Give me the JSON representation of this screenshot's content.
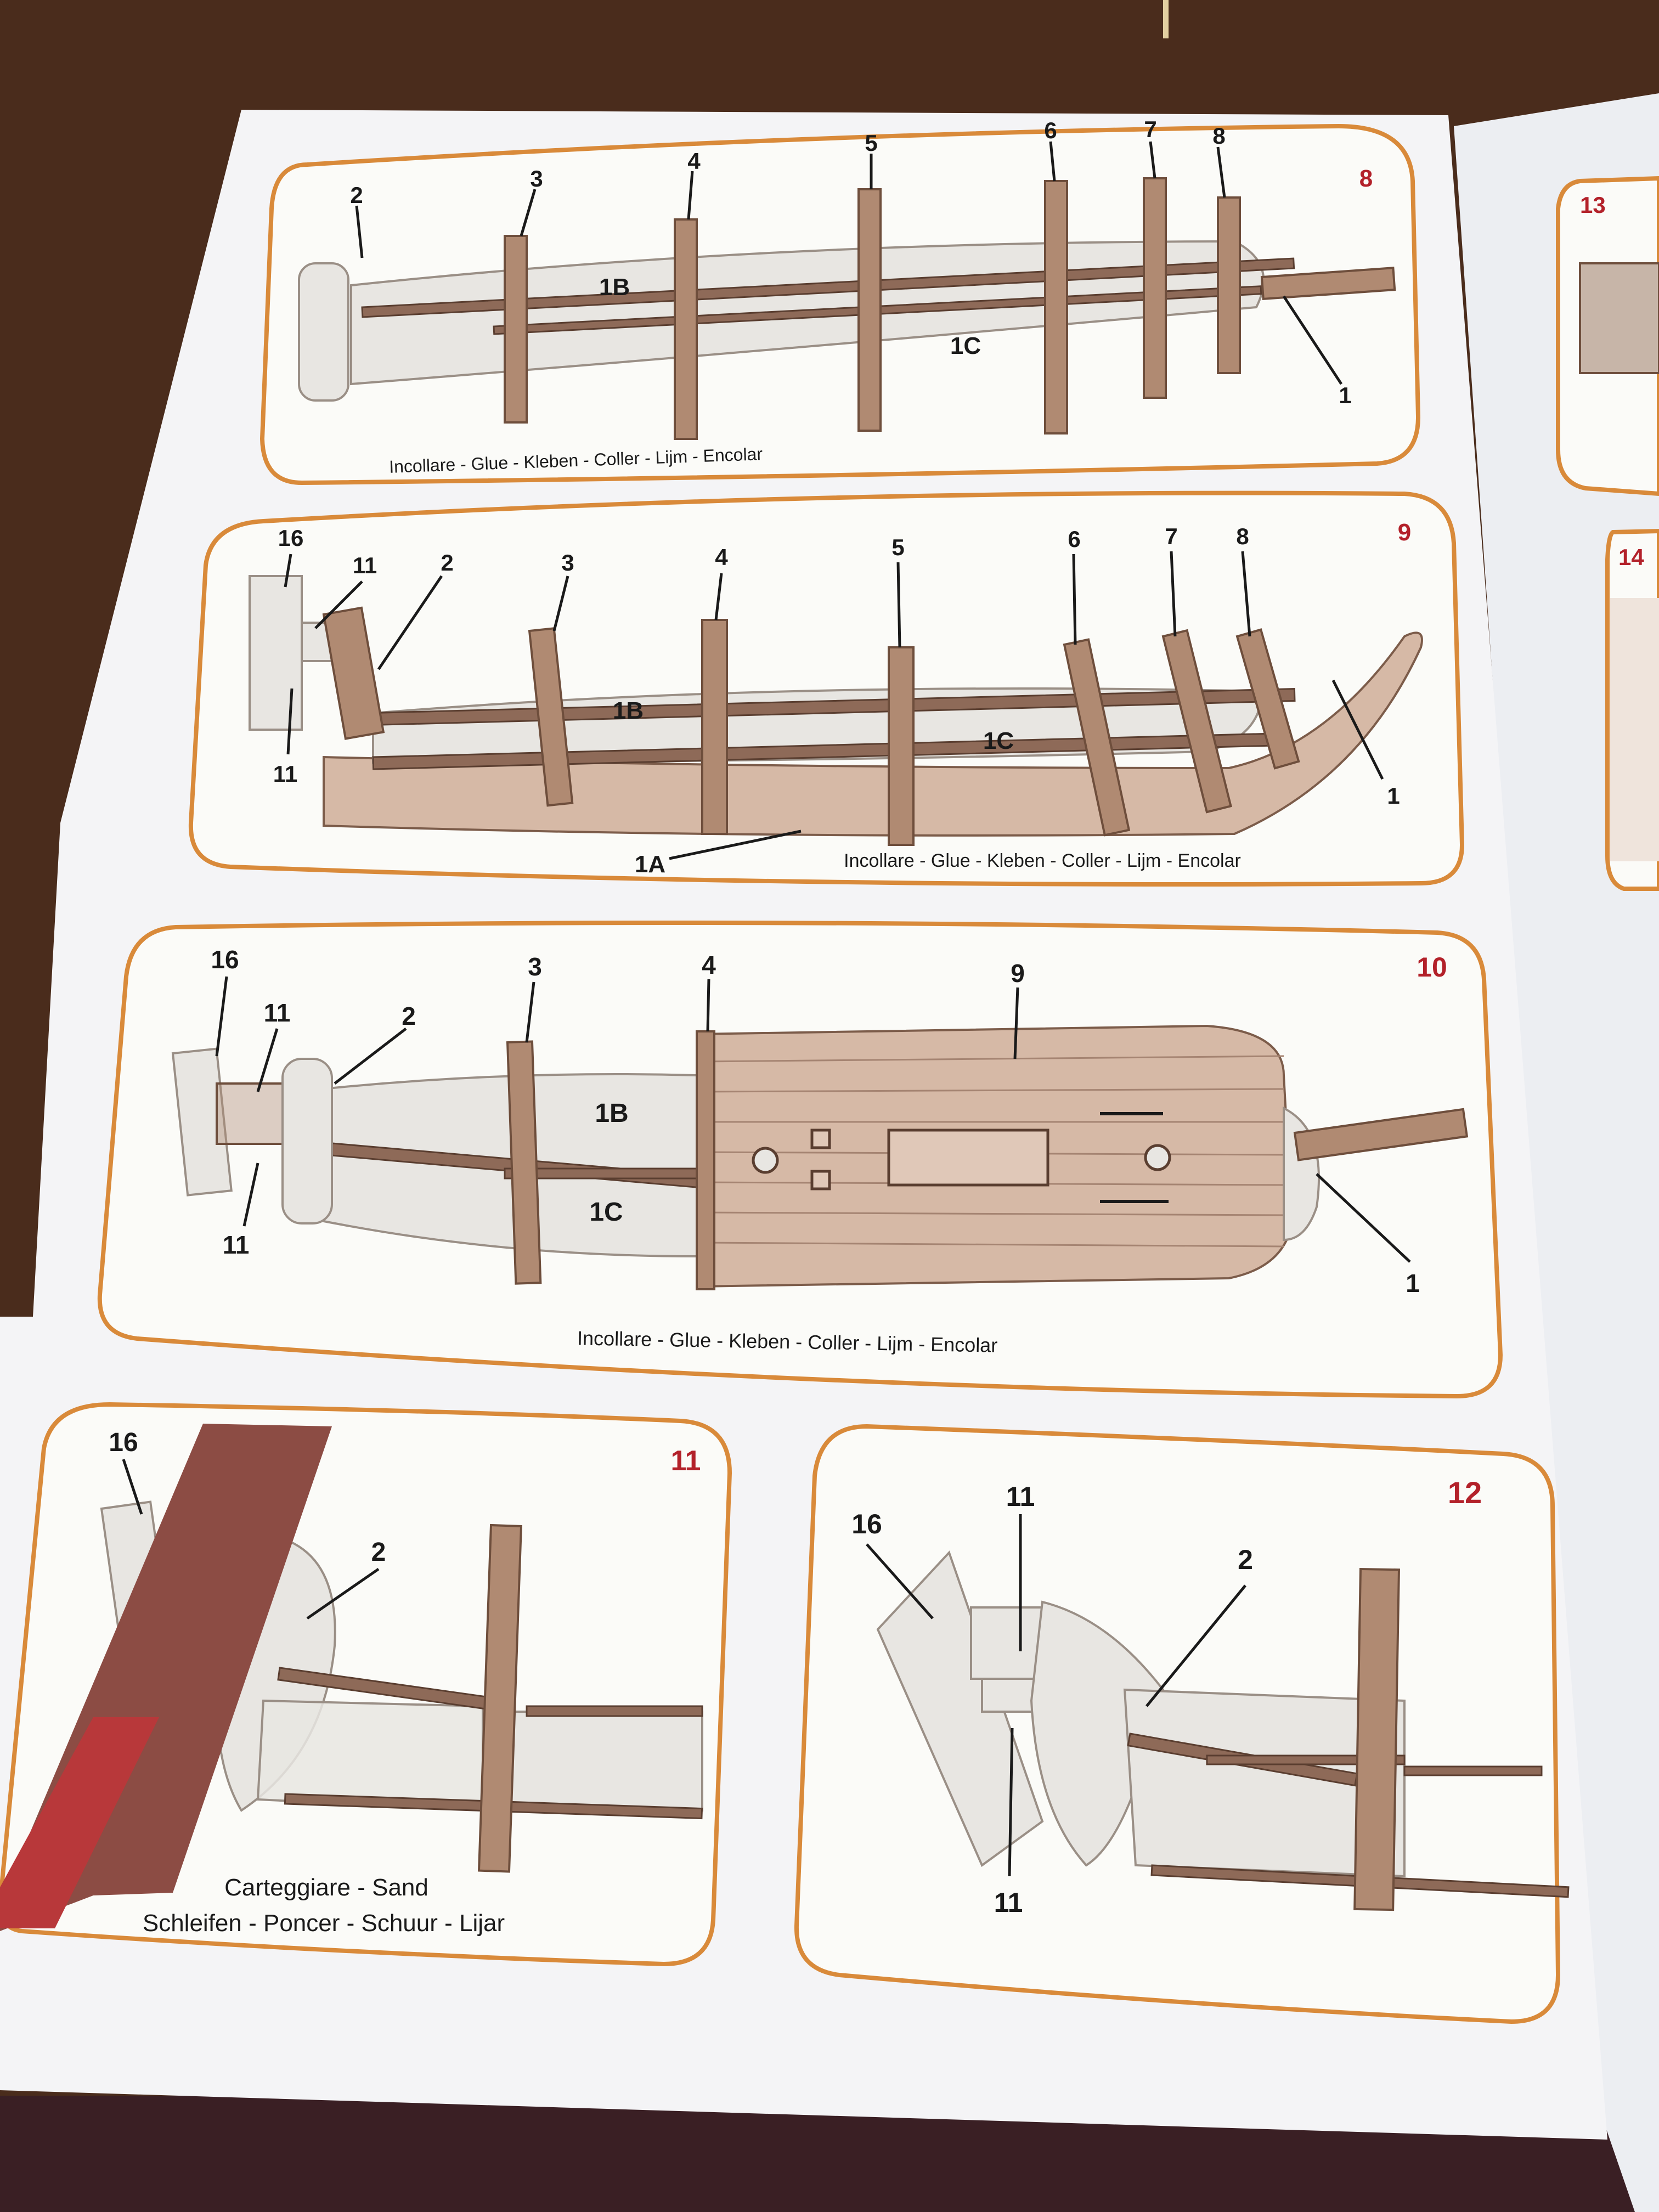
{
  "panels": [
    {
      "step": "8",
      "caption": "Incollare - Glue - Kleben - Coller - Lijm - Encolar",
      "labels": [
        "2",
        "3",
        "4",
        "5",
        "6",
        "7",
        "8",
        "1B",
        "1C",
        "1"
      ]
    },
    {
      "step": "9",
      "caption": "Incollare - Glue - Kleben - Coller - Lijm - Encolar",
      "labels": [
        "16",
        "11",
        "2",
        "3",
        "4",
        "5",
        "6",
        "7",
        "8",
        "1B",
        "1C",
        "11",
        "1A",
        "1"
      ]
    },
    {
      "step": "10",
      "caption": "Incollare - Glue - Kleben - Coller - Lijm - Encolar",
      "labels": [
        "16",
        "11",
        "2",
        "3",
        "4",
        "9",
        "1B",
        "1C",
        "11",
        "1"
      ]
    },
    {
      "step": "11",
      "caption_line1": "Carteggiare - Sand",
      "caption_line2": "Schleifen - Poncer - Schuur - Lijar",
      "labels": [
        "16",
        "2"
      ]
    },
    {
      "step": "12",
      "labels": [
        "16",
        "11",
        "2",
        "11"
      ]
    }
  ],
  "right_page": {
    "steps": [
      "13",
      "14"
    ]
  },
  "colors": {
    "table": "#4a2c1c",
    "page": "#f4f4f6",
    "frame": "#d98a3a",
    "step_number": "#b3212a"
  }
}
